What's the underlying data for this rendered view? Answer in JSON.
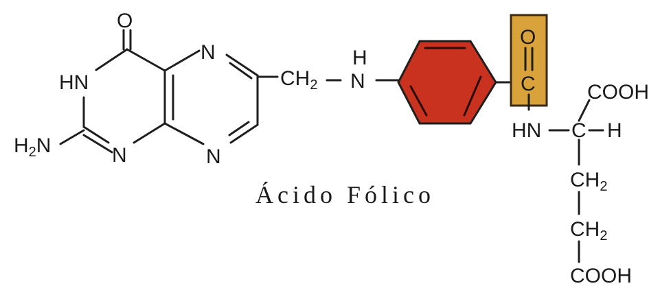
{
  "title": "Ácido Fólico",
  "atoms": {
    "o_top": "O",
    "hn": "HN",
    "h2n_main": "H",
    "h2n_sub": "2",
    "h2n_n": "N",
    "n_bottom_left": "N",
    "n_top_ring": "N",
    "n_bottom_ring": "N",
    "ch2_main": "CH",
    "ch2_sub": "2",
    "nh_h": "H",
    "nh_n": "N",
    "carbonyl_o": "O",
    "carbonyl_c": "C",
    "hn_amide": "HN",
    "alpha_c": "C",
    "alpha_h": "H",
    "cooh_top": "COOH",
    "ch2_a_main": "CH",
    "ch2_a_sub": "2",
    "ch2_b_main": "CH",
    "ch2_b_sub": "2",
    "cooh_bottom": "COOH"
  },
  "colors": {
    "benzene_fill": "#c8321e",
    "carbonyl_box_fill": "#d9a23a",
    "carbonyl_box_stroke": "#3a2a10",
    "bond": "#1e1e1e"
  }
}
